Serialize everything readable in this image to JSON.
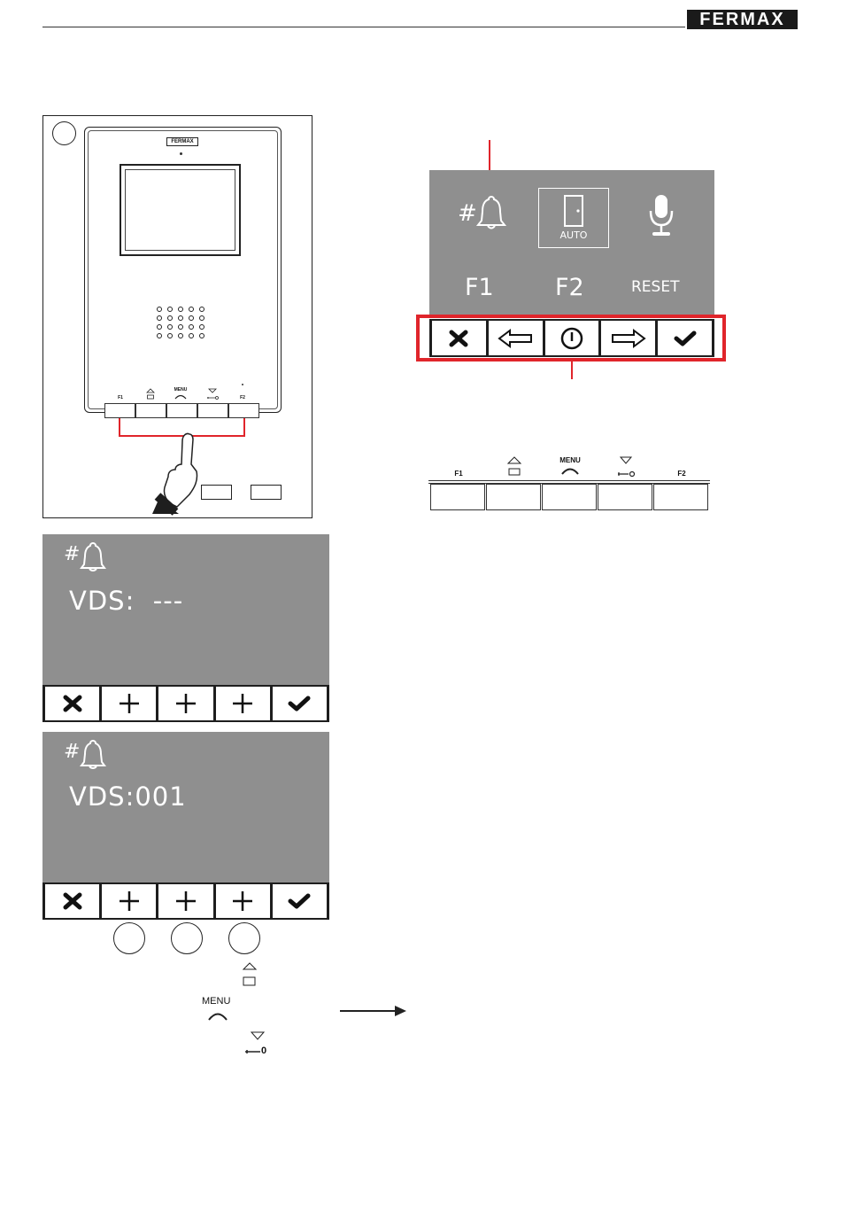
{
  "header": {
    "brand": "FERMAX"
  },
  "monitor": {
    "brand": "FERMAX",
    "key_labels": [
      "F1",
      "MENU",
      "F2"
    ]
  },
  "menu_screen": {
    "icon_tile_label": "AUTO",
    "function_labels": [
      "F1",
      "F2",
      "RESET"
    ],
    "highlight_color": "#e0252b"
  },
  "key_strip": {
    "labels": [
      "F1",
      "MENU",
      "F2"
    ]
  },
  "screen_vds_empty": {
    "symbol": "#",
    "text": "VDS:  ---"
  },
  "screen_vds_set": {
    "symbol": "#",
    "text": "VDS:001"
  },
  "legend": {
    "menu_label": "MENU",
    "key_digit": "0"
  },
  "colors": {
    "lcd": "#8f8f8f",
    "accent_red": "#e0252b"
  }
}
